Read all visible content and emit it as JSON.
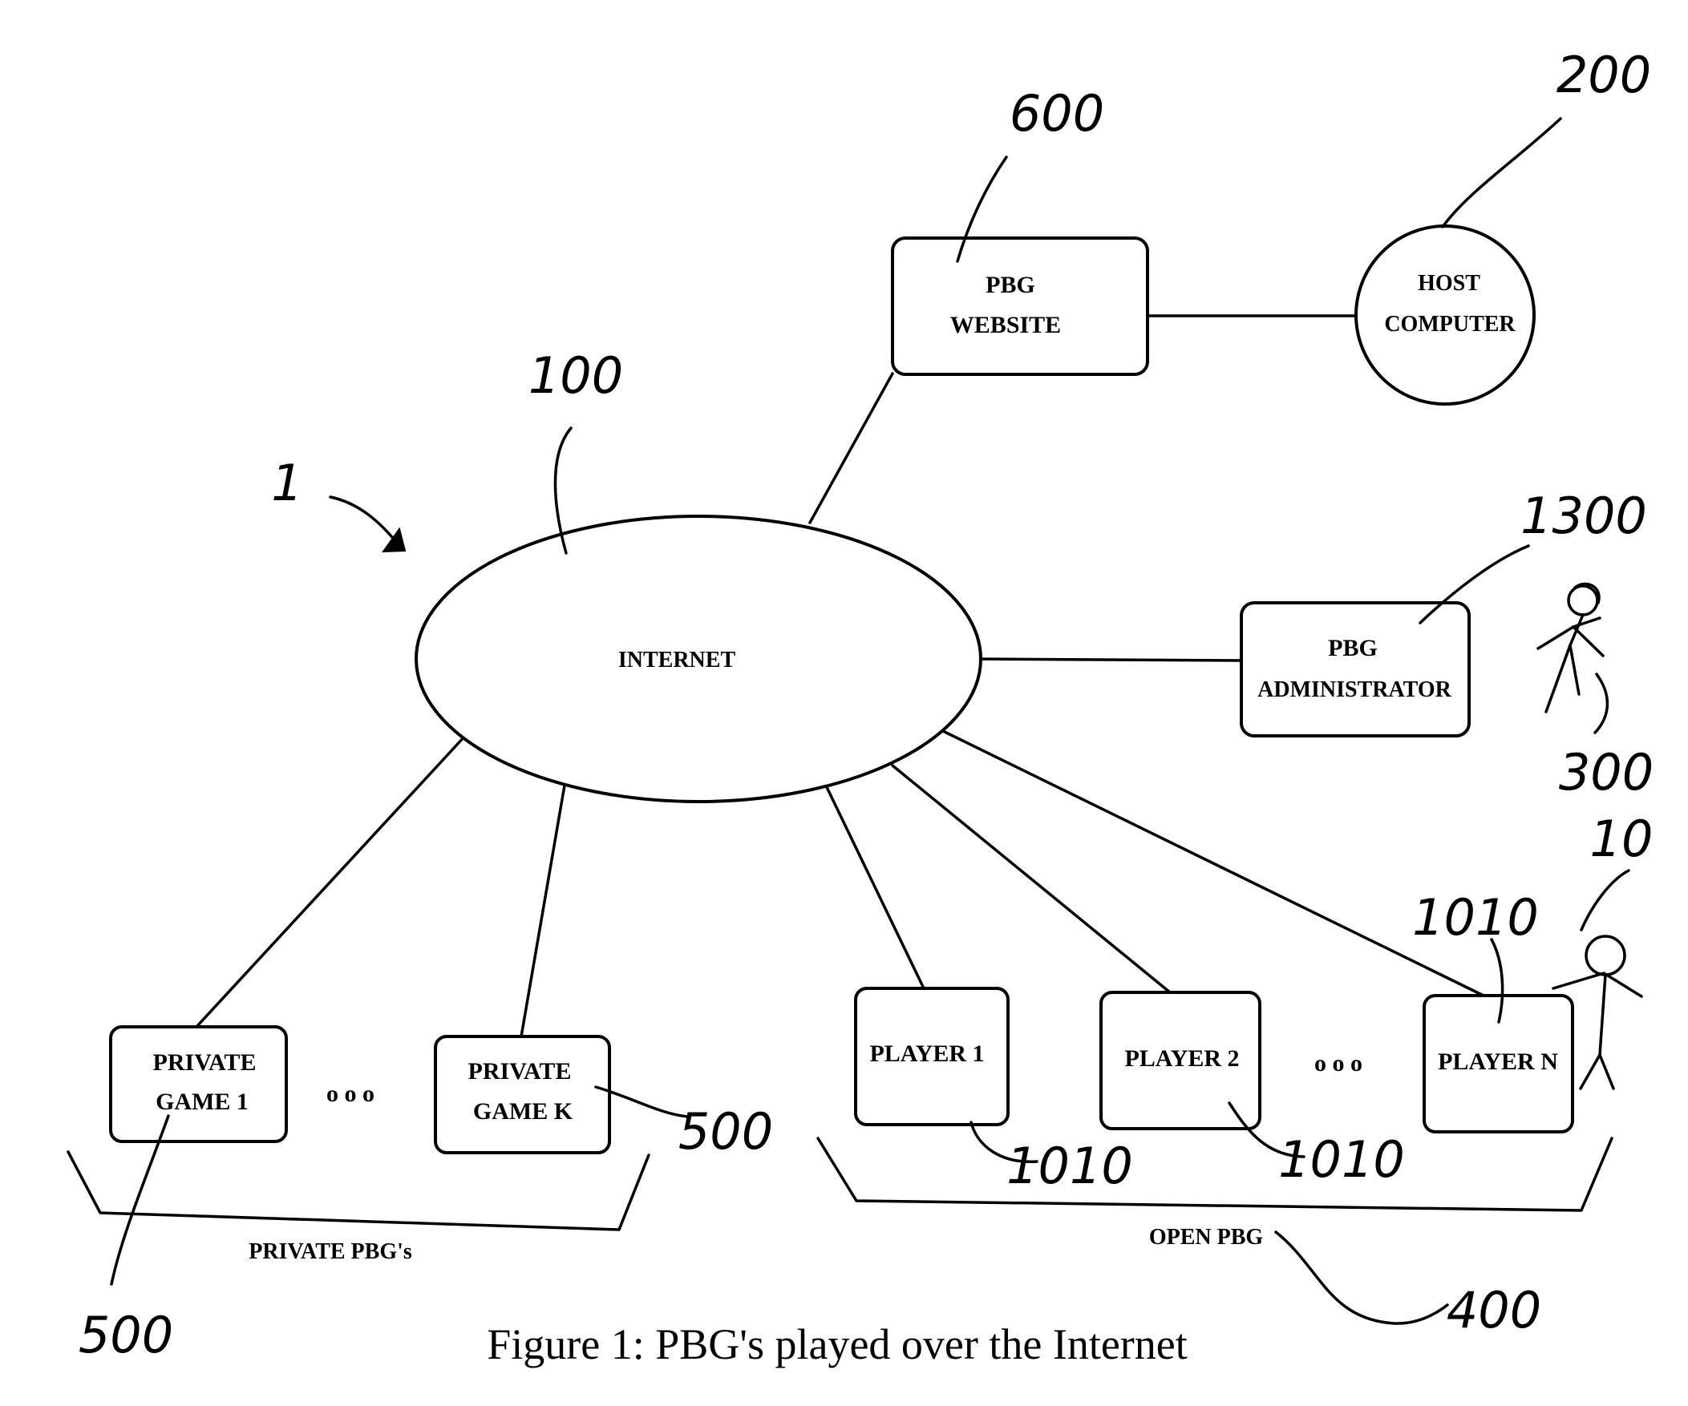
{
  "nodes": {
    "internet": "INTERNET",
    "pbg_website": [
      "PBG",
      "WEBSITE"
    ],
    "host_computer": [
      "HOST",
      "COMPUTER"
    ],
    "pbg_administrator": [
      "PBG",
      "ADMINISTRATOR"
    ],
    "private_game_1": [
      "PRIVATE",
      "GAME 1"
    ],
    "private_game_k": [
      "PRIVATE",
      "GAME K"
    ],
    "player_1": "PLAYER 1",
    "player_2": "PLAYER 2",
    "player_n": "PLAYER N"
  },
  "ellipsis": "o o o",
  "groups": {
    "private": "PRIVATE PBG's",
    "open": "OPEN PBG"
  },
  "references": {
    "system": "1",
    "internet": "100",
    "website": "600",
    "host": "200",
    "administrator": "1300",
    "admin_person": "300",
    "player_person": "10",
    "player_terminal": "1010",
    "private_game": "500",
    "open_group": "400"
  },
  "caption": "Figure 1: PBG's played over the Internet"
}
